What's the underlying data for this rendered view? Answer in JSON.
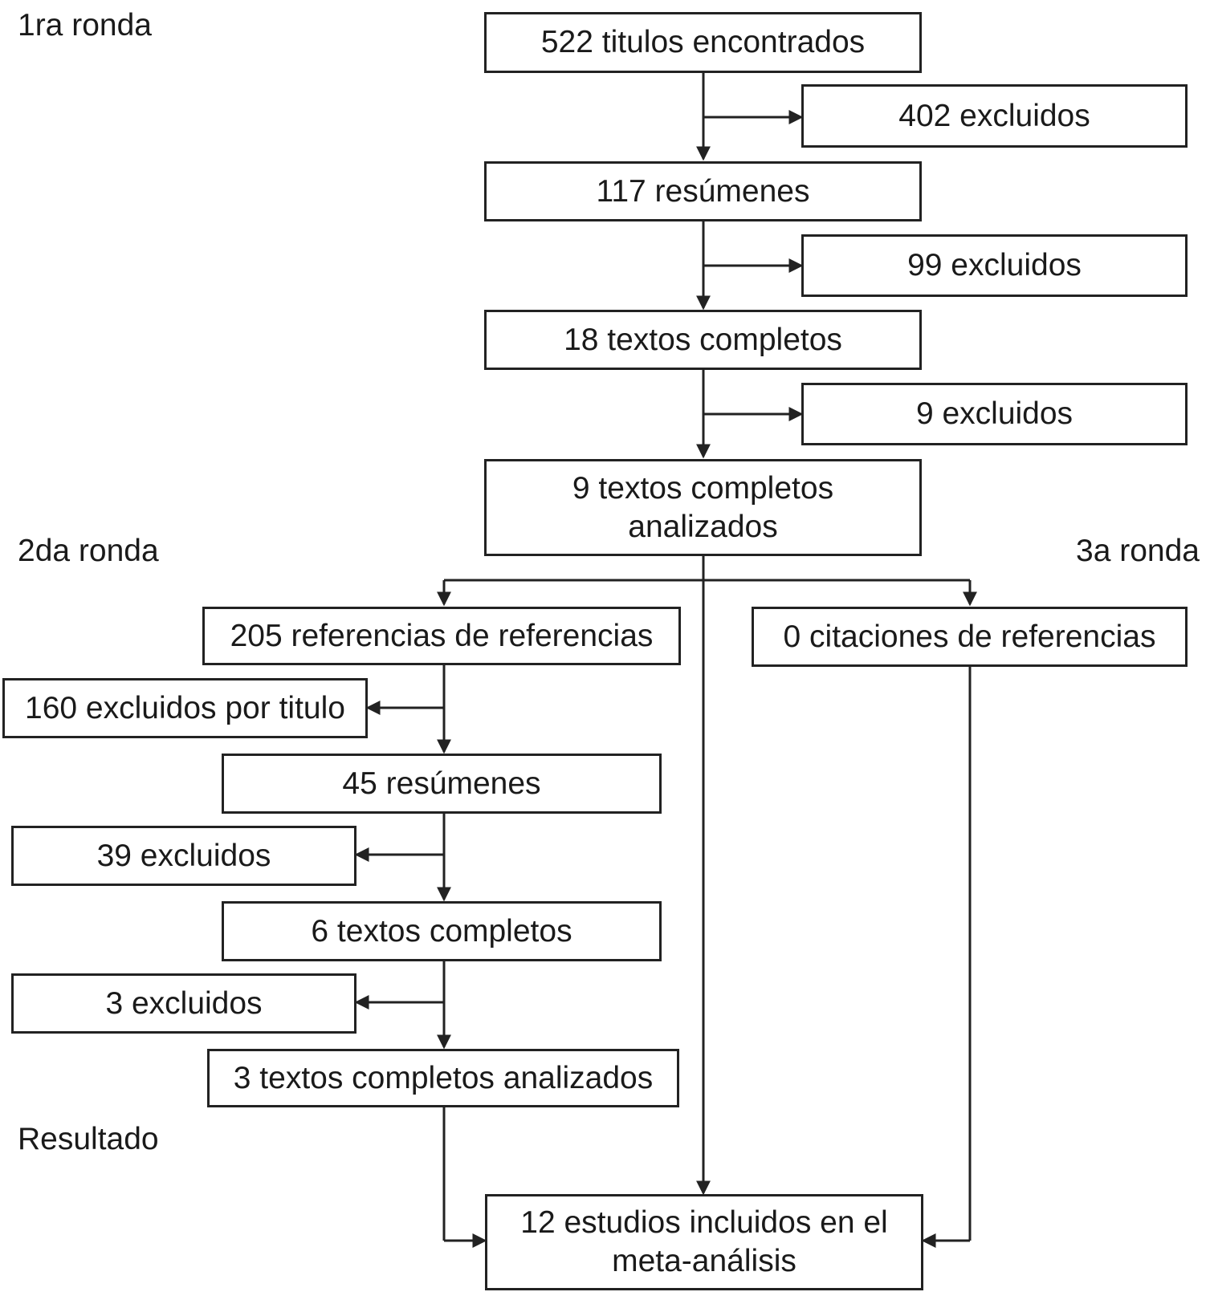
{
  "rounds": {
    "first": "1ra ronda",
    "second": "2da ronda",
    "third": "3a ronda",
    "result": "Resultado"
  },
  "round1": {
    "titles": "522 titulos encontrados",
    "excluded_titles": "402 excluidos",
    "abstracts": "117 resúmenes",
    "excluded_abstracts": "99 excluidos",
    "full_texts": "18 textos completos",
    "excluded_full_texts": "9 excluidos",
    "analyzed_line1": "9 textos completos",
    "analyzed_line2": "analizados"
  },
  "round2": {
    "references": "205 referencias de referencias",
    "excluded_by_title": "160 excluidos por titulo",
    "abstracts": "45 resúmenes",
    "excluded_abstracts": "39 excluidos",
    "full_texts": "6 textos completos",
    "excluded_full_texts": "3 excluidos",
    "analyzed": "3 textos completos analizados"
  },
  "round3": {
    "citations": "0 citaciones de referencias"
  },
  "result": {
    "line1": "12 estudios incluidos en el",
    "line2": "meta-análisis"
  },
  "colors": {
    "stroke": "#222222",
    "background": "#ffffff",
    "text": "#1a1a1a"
  }
}
